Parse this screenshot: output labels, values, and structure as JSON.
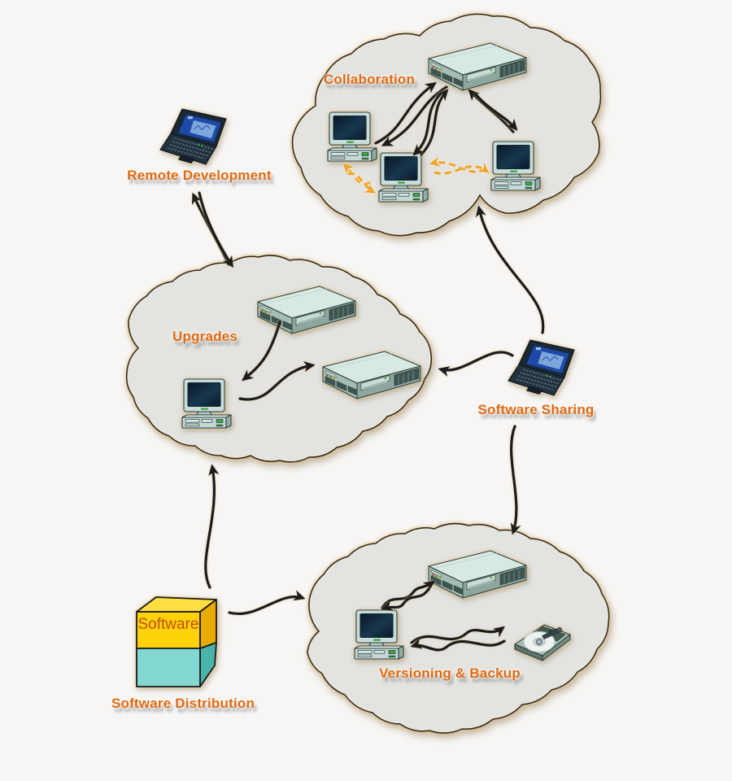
{
  "page": {
    "background": "#f7f6f4"
  },
  "labels": {
    "collaboration": "Collaboration",
    "remote_development": "Remote Development",
    "upgrades": "Upgrades",
    "software_sharing": "Software Sharing",
    "versioning_backup": "Versioning & Backup",
    "software_distribution": "Software Distribution",
    "software_box": "Software"
  },
  "colors": {
    "label_text": "#e0690f",
    "box_label_text": "#c05010",
    "cloud_fill": "#e3e3e0",
    "cloud_outline": "#35260f",
    "arrow_solid": "#1c1c1c",
    "arrow_dashed": "#f0a428",
    "box_yellow": "#ffd20a",
    "box_teal": "#82d8d0",
    "background": "#f7f6f4"
  },
  "clouds": [
    {
      "id": "collaboration",
      "label": "Collaboration",
      "contains": [
        "server",
        "workstation",
        "workstation",
        "workstation"
      ]
    },
    {
      "id": "upgrades",
      "label": "Upgrades",
      "contains": [
        "server",
        "server",
        "workstation"
      ]
    },
    {
      "id": "versioning-backup",
      "label": "Versioning & Backup",
      "contains": [
        "server",
        "workstation",
        "hard-drive"
      ]
    }
  ],
  "nodes": [
    {
      "id": "remote-development",
      "label": "Remote Development",
      "type": "laptop"
    },
    {
      "id": "software-sharing",
      "label": "Software Sharing",
      "type": "laptop"
    },
    {
      "id": "software-distribution",
      "label": "Software Distribution",
      "type": "software-box",
      "box_text": "Software"
    }
  ],
  "connections": [
    {
      "from": "remote-development",
      "to": "upgrades",
      "style": "solid-black",
      "direction": "bidirectional"
    },
    {
      "from": "software-sharing",
      "to": "upgrades",
      "style": "solid-black",
      "direction": "one-way"
    },
    {
      "from": "software-sharing",
      "to": "collaboration",
      "style": "solid-black",
      "direction": "one-way"
    },
    {
      "from": "software-sharing",
      "to": "versioning-backup",
      "style": "solid-black",
      "direction": "one-way"
    },
    {
      "from": "software-distribution",
      "to": "upgrades",
      "style": "solid-black",
      "direction": "one-way"
    },
    {
      "from": "software-distribution",
      "to": "versioning-backup",
      "style": "solid-black",
      "direction": "one-way"
    },
    {
      "within": "collaboration",
      "desc": "bidirectional black arrows between each workstation and the server; orange dashed bidirectional arrows between workstations"
    },
    {
      "within": "upgrades",
      "desc": "arrow from server to workstation, arrow from workstation to second server"
    },
    {
      "within": "versioning-backup",
      "desc": "bidirectional wavy arrows workstation-server and workstation-hard-drive"
    }
  ]
}
